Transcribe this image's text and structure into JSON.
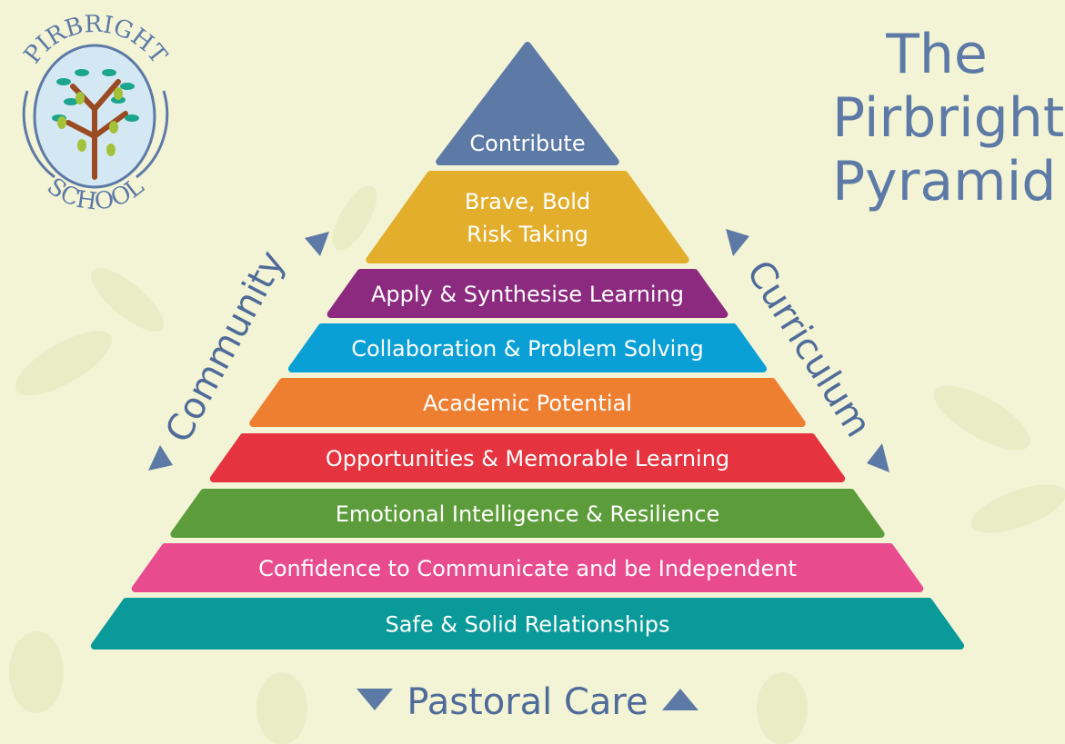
{
  "title": "The Pirbright Pyramid",
  "logo": {
    "top_text": "PIRBRIGHT",
    "bottom_text": "SCHOOL"
  },
  "side_labels": {
    "left": "Community",
    "right": "Curriculum",
    "bottom": "Pastoral Care"
  },
  "pyramid": {
    "apex": {
      "label": "Contribute",
      "color": "#5d7aa6"
    },
    "layers": [
      {
        "label_lines": [
          "Brave, Bold",
          "Risk Taking"
        ],
        "color": "#e2ae2c"
      },
      {
        "label_lines": [
          "Apply & Synthesise Learning"
        ],
        "color": "#8b2a7f"
      },
      {
        "label_lines": [
          "Collaboration & Problem Solving"
        ],
        "color": "#0aa0d6"
      },
      {
        "label_lines": [
          "Academic Potential"
        ],
        "color": "#ee7f30"
      },
      {
        "label_lines": [
          "Opportunities & Memorable Learning"
        ],
        "color": "#e5343f"
      },
      {
        "label_lines": [
          "Emotional Intelligence & Resilience"
        ],
        "color": "#5c9c3a"
      },
      {
        "label_lines": [
          "Confidence to Communicate and be Independent"
        ],
        "color": "#e84c8f"
      },
      {
        "label_lines": [
          "Safe & Solid Relationships"
        ],
        "color": "#0b9a9a"
      }
    ]
  }
}
